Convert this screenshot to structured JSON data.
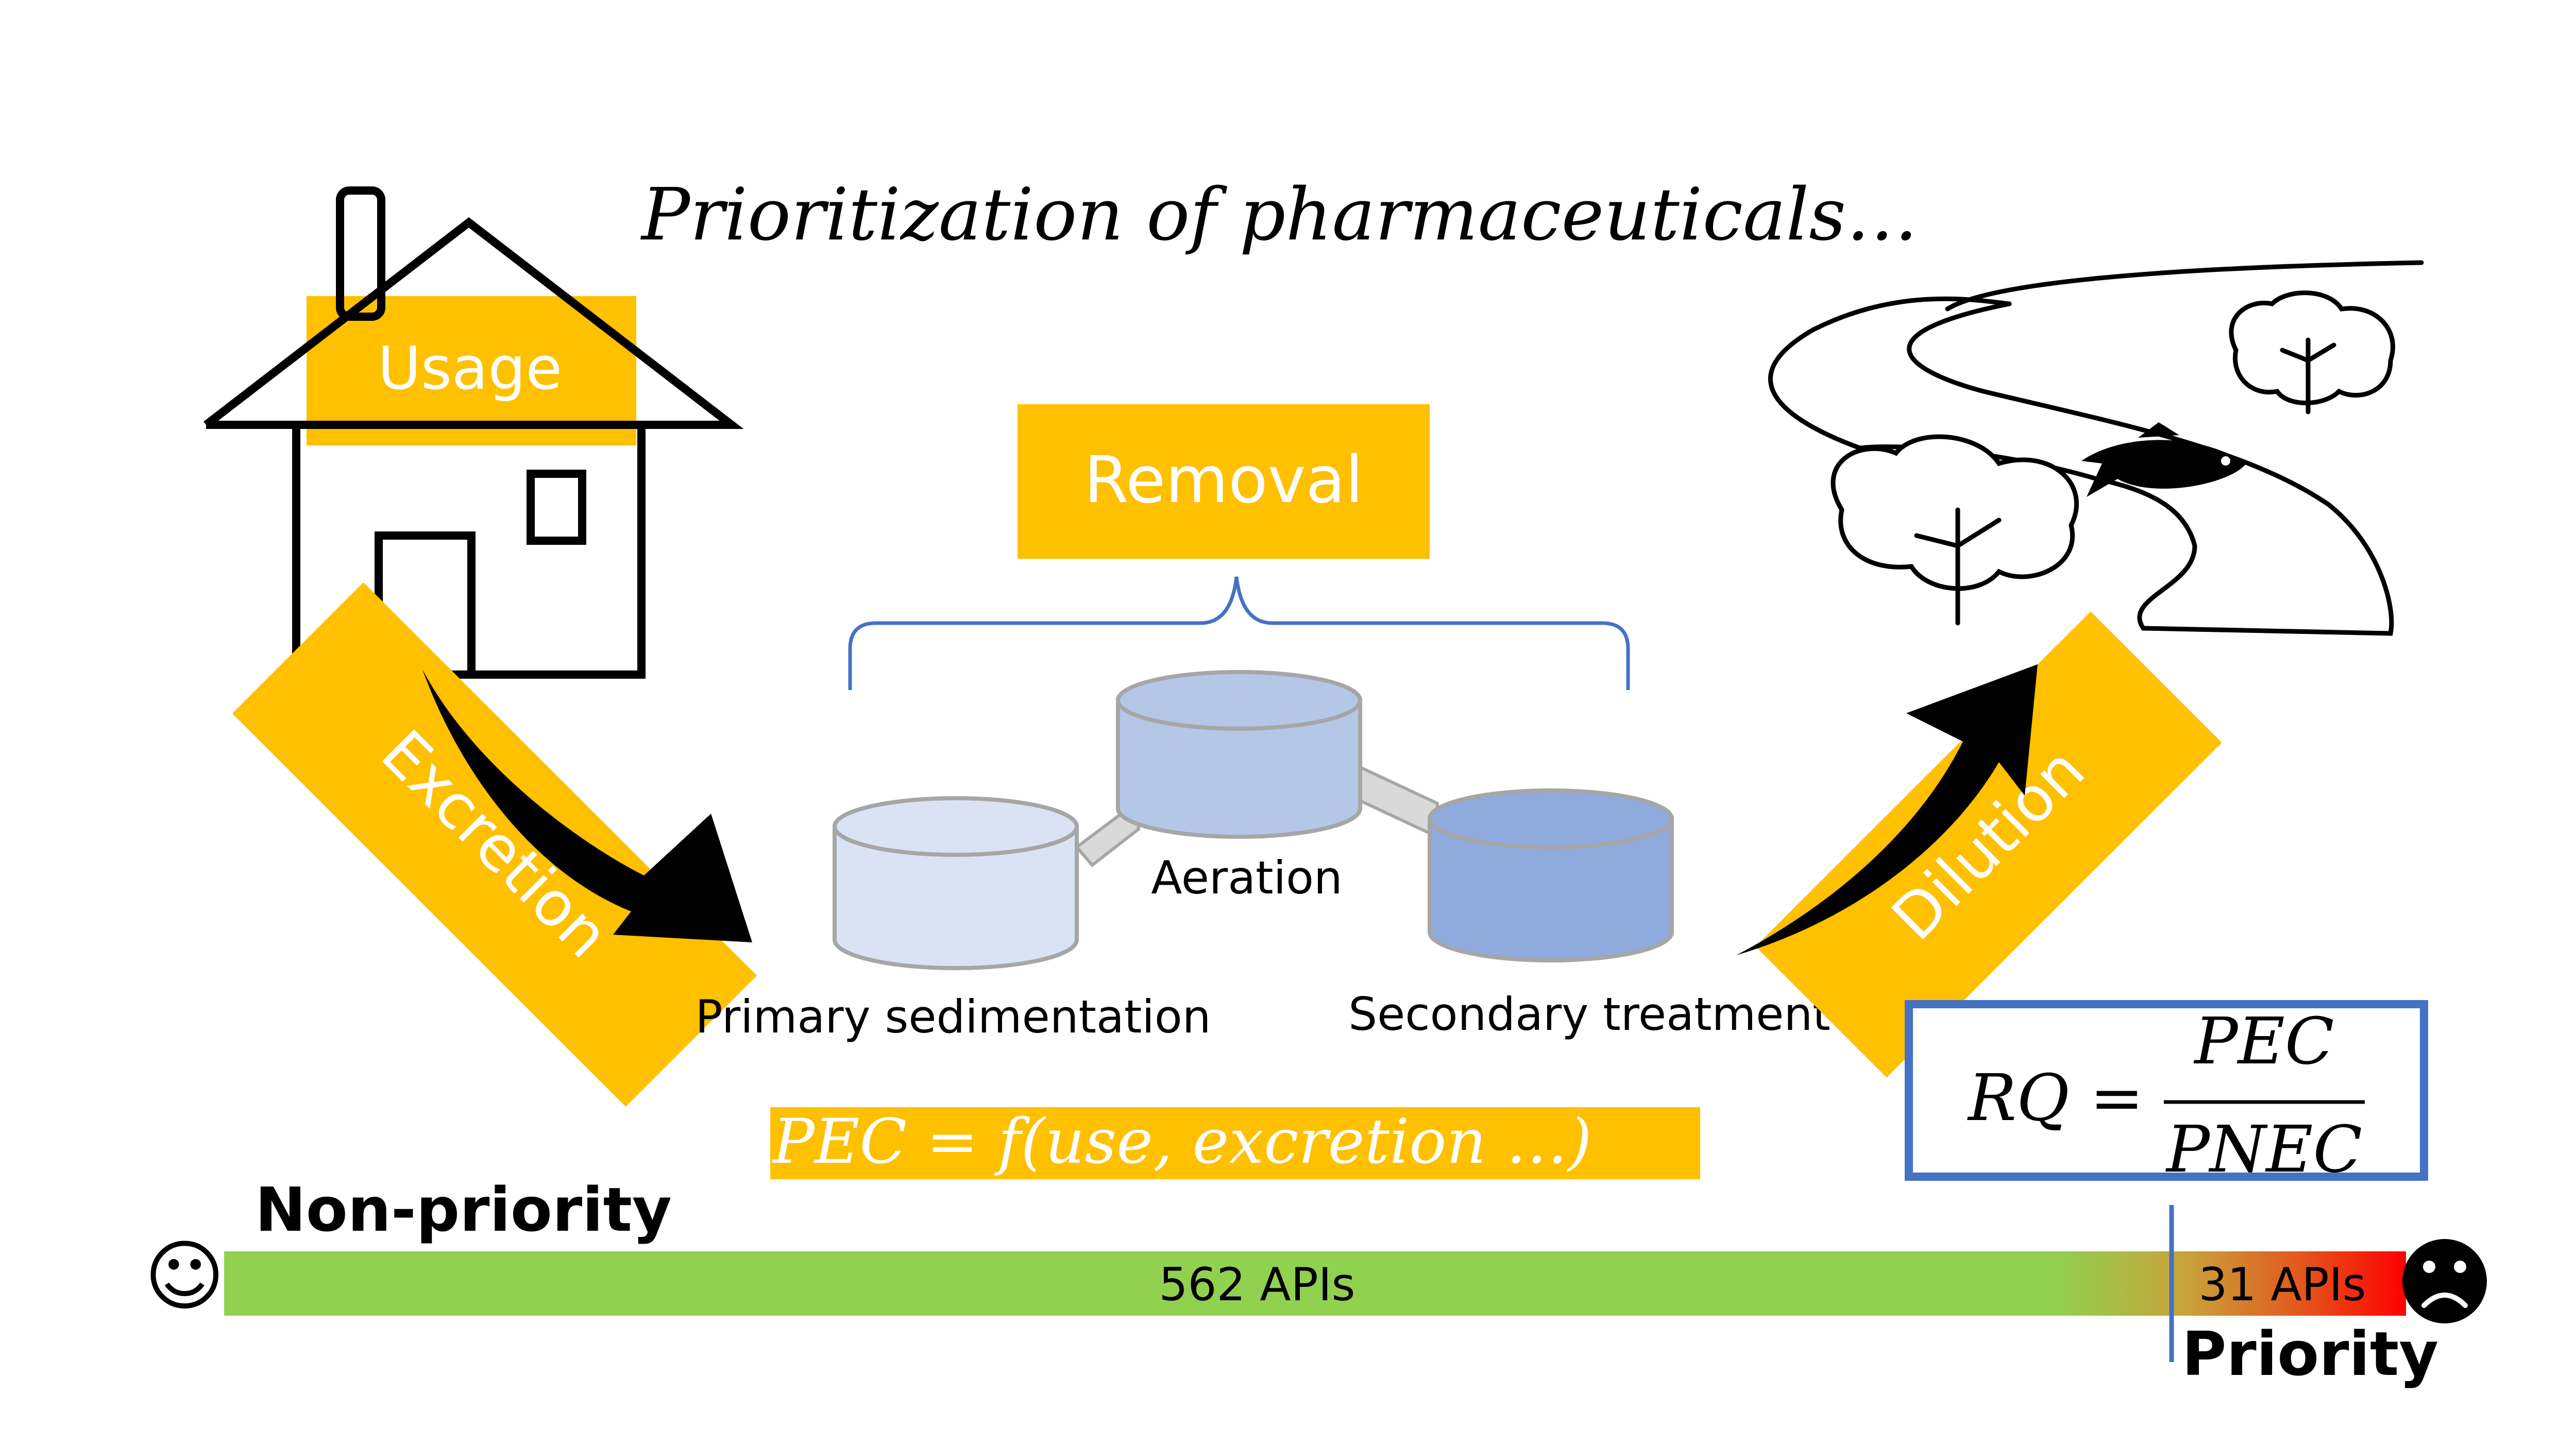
{
  "title": "Prioritization of pharmaceuticals…",
  "labels": {
    "usage": "Usage",
    "removal": "Removal",
    "excretion": "Excretion",
    "dilution": "Dilution",
    "aeration": "Aeration",
    "primary": "Primary sedimentation",
    "secondary": "Secondary treatment"
  },
  "formulas": {
    "pec": "PEC = f(use, excretion …)",
    "rq_lhs": "RQ =",
    "rq_num": "PEC",
    "rq_den": "PNEC"
  },
  "scale": {
    "non_priority_label": "Non-priority",
    "priority_label": "Priority",
    "non_priority_count": "562 APIs",
    "priority_count": "31 APIs",
    "happy_icon": "smiley-face-icon",
    "sad_icon": "frowning-face-icon"
  },
  "colors": {
    "accent": "#FFC000",
    "blue_outline": "#4472C4",
    "green": "#92D050",
    "red": "#FF0000",
    "tank_light": "#DAE3F3",
    "tank_mid": "#B4C7E7",
    "tank_dark": "#8FAADC"
  }
}
